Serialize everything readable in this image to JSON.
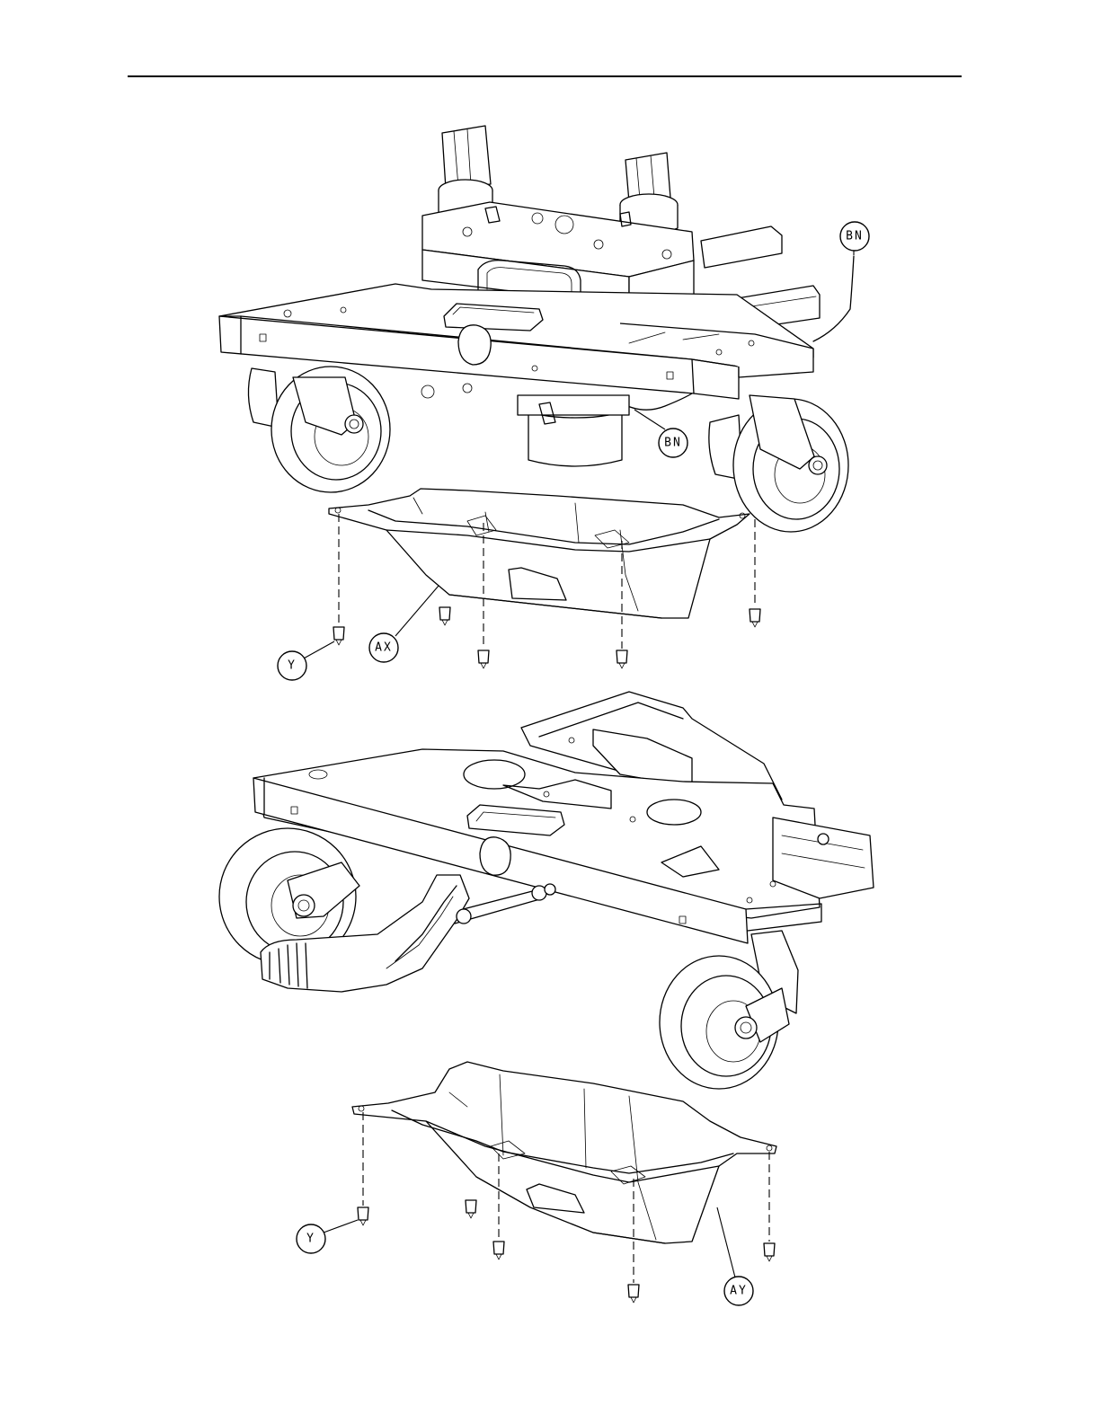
{
  "callouts": {
    "bn_top": "BN",
    "bn_mid": "BN",
    "y_top": "Y",
    "ax": "AX",
    "y_bottom": "Y",
    "ay": "AY"
  }
}
